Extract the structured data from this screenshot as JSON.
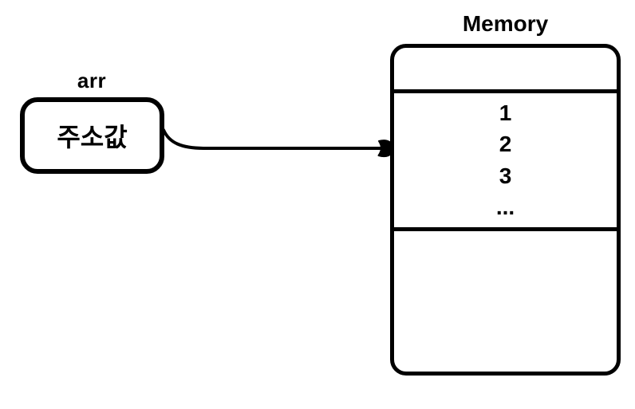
{
  "diagram": {
    "colors": {
      "stroke": "#000000",
      "background": "#ffffff"
    },
    "pointer": {
      "label": "arr",
      "value": "주소값"
    },
    "memory": {
      "title": "Memory",
      "cells": [
        "1",
        "2",
        "3",
        "..."
      ]
    },
    "connector": {
      "type": "arrow",
      "from": "arr",
      "to": "Memory"
    }
  }
}
